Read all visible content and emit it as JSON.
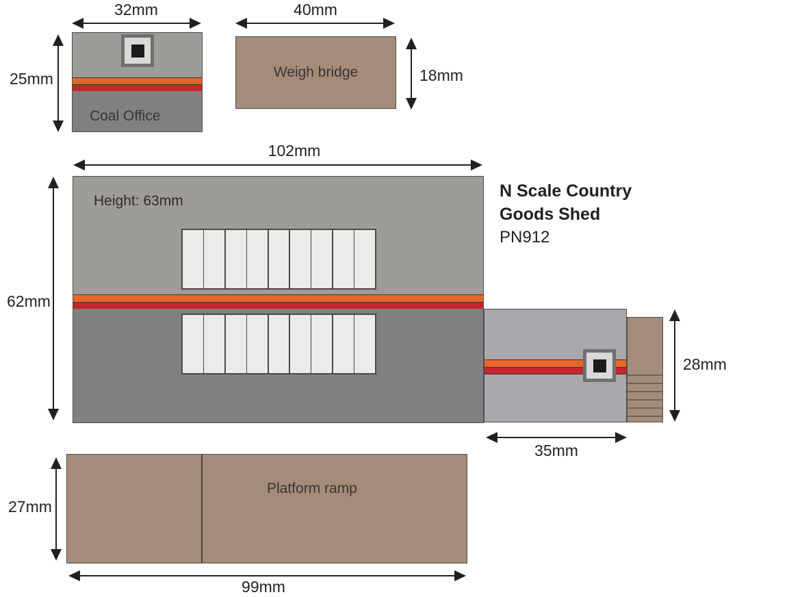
{
  "title": {
    "line1": "N Scale Country",
    "line2": "Goods Shed",
    "product_code": "PN912"
  },
  "colors": {
    "wall-light": "#9E9C99",
    "wall-dark": "#7F8081",
    "wall-ext": "#A7A9AC",
    "brown": "#A58B79",
    "stripe-orange": "#E8652A",
    "stripe-red": "#C4262C",
    "panel": "#EBEBEB",
    "outline": "#4A4A4A",
    "arrow": "#231F20"
  },
  "coal_office": {
    "label": "Coal Office",
    "width": "32mm",
    "height": "25mm"
  },
  "weigh_bridge": {
    "label": "Weigh bridge",
    "width": "40mm",
    "height": "18mm"
  },
  "goods_shed": {
    "height_note": "Height: 63mm",
    "width": "102mm",
    "height": "62mm",
    "door_panel_count": 9
  },
  "extension": {
    "width": "35mm",
    "height": "28mm",
    "step_line_count": 6
  },
  "platform_ramp": {
    "label": "Platform ramp",
    "width": "99mm",
    "height": "27mm"
  }
}
